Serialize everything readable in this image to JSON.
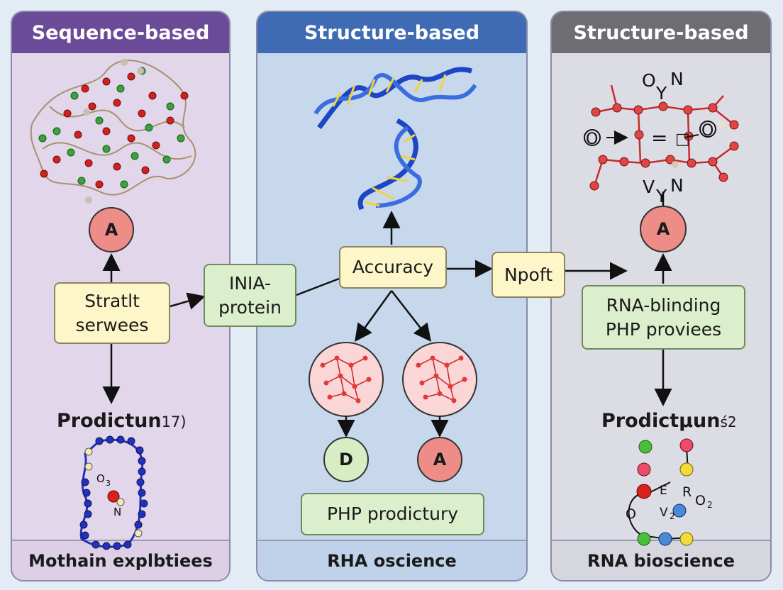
{
  "panels": {
    "left": {
      "header": "Sequence-based",
      "footer": "Mothain explbtiees",
      "header_color": "#6b4a98",
      "body_color": "#e2d6ea"
    },
    "middle": {
      "header": "Structure-based",
      "footer": "RHA oscience",
      "header_color": "#3f6bb4",
      "body_color": "#c7d7ec"
    },
    "right": {
      "header": "Structure-based",
      "footer": "RNA bioscience",
      "header_color": "#6d6d72",
      "body_color": "#dcdde4"
    }
  },
  "left": {
    "node_a": "A",
    "box": "Stratlt serwees",
    "prediction": "Prodictun",
    "prediction_suffix": "17)",
    "mol_labels": {
      "o": "O",
      "o_sub": "3",
      "n": "N"
    }
  },
  "connector_box": "INIA-protein",
  "middle": {
    "accuracy": "Accuracy",
    "node_d": "D",
    "node_a": "A",
    "bottom_box": "PHP prodictury"
  },
  "npoft_box": "Npoft",
  "right": {
    "top_labels": {
      "o": "O",
      "y": "Y",
      "n": "N",
      "o_left": "O",
      "eq": "=",
      "box": "□",
      "o_right": "O",
      "v": "V",
      "y2": "Y",
      "n2": "N"
    },
    "node_a": "A",
    "box": "RNA-blinding PHP proviees",
    "prediction": "Prodictµun",
    "prediction_suffix": "ś2",
    "mol_labels": {
      "e": "E",
      "v2": "V",
      "v2_sub": "2",
      "r": "R",
      "o2": "O",
      "o2_sub": "2",
      "o": "O"
    }
  }
}
